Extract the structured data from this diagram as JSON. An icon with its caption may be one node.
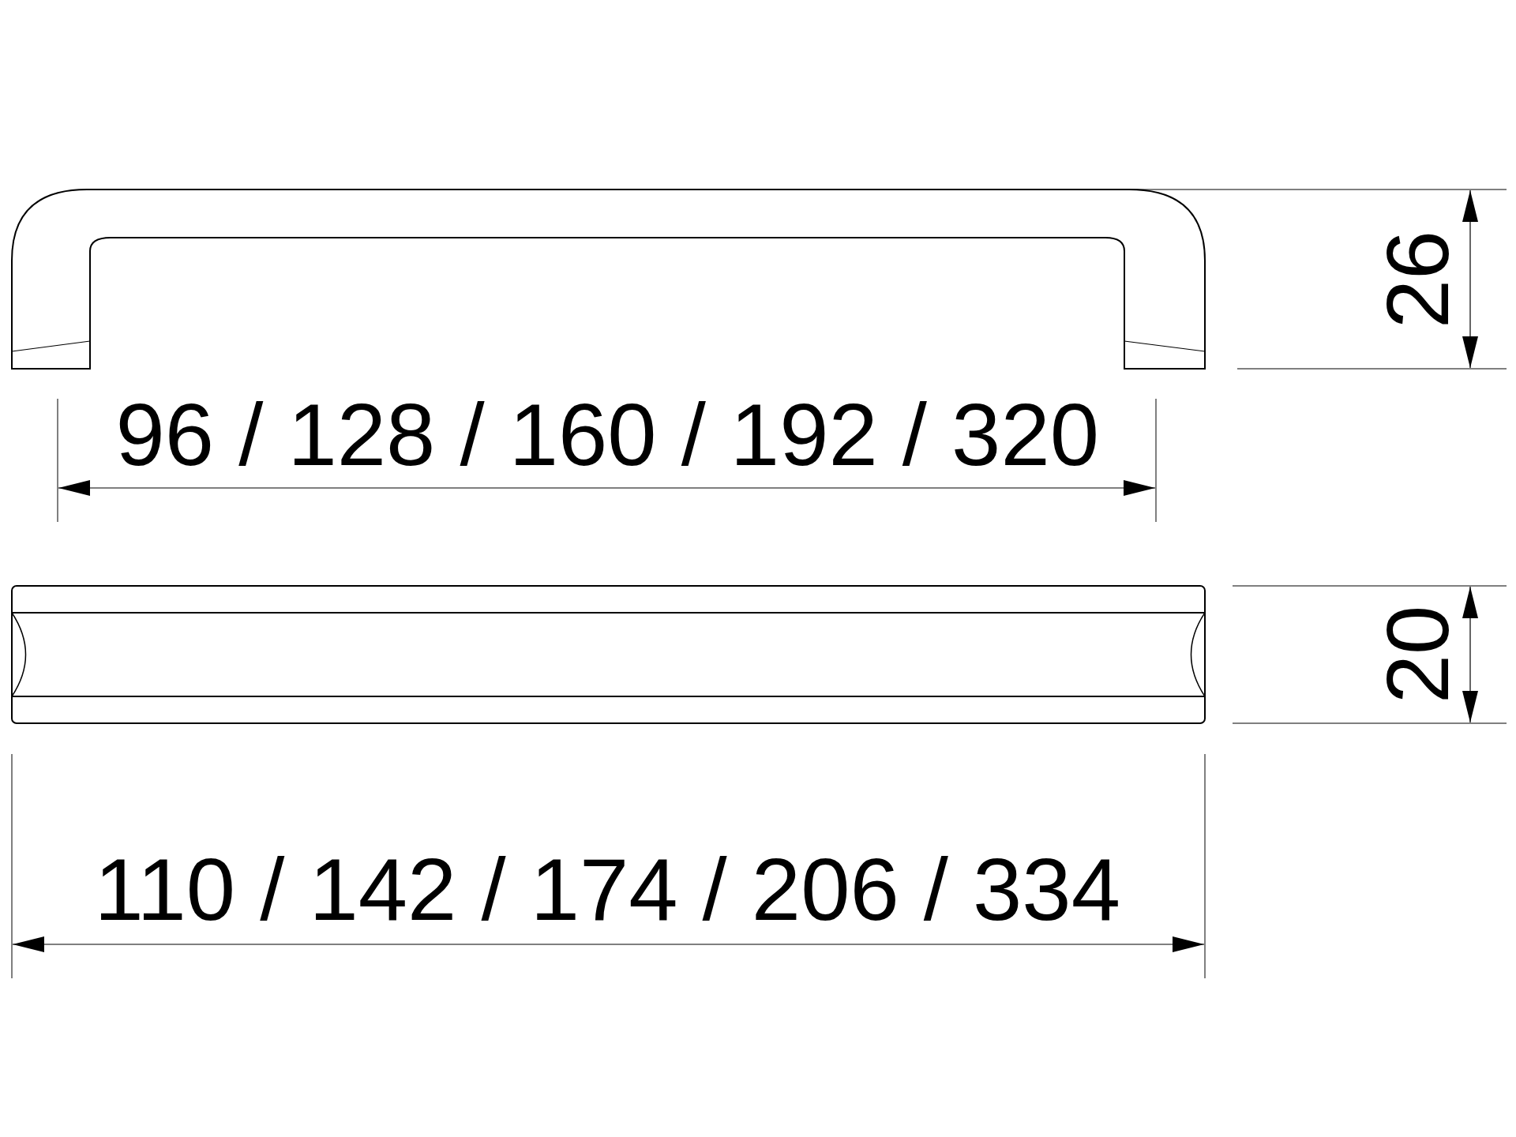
{
  "diagram": {
    "labels": [
      "26",
      "96 / 128 / 160 / 192 / 320",
      "20",
      "110 / 142 / 174 / 206 / 334"
    ]
  }
}
